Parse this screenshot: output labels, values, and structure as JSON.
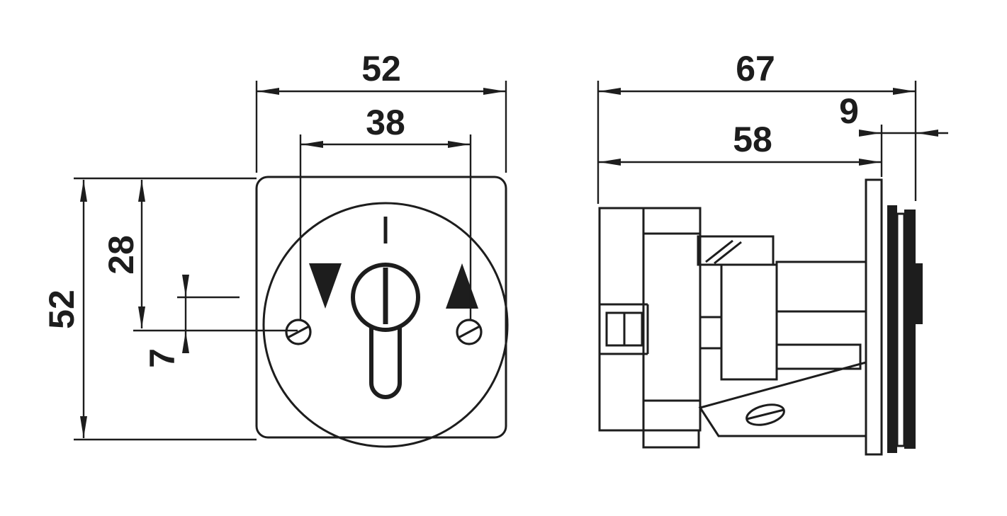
{
  "colors": {
    "ink": "#1d1d1d",
    "paper": "#ffffff"
  },
  "front_view": {
    "dim_width": "52",
    "dim_hole_spacing": "38",
    "dim_height": "52",
    "dim_top_to_axis": "28",
    "dim_axis_to_holes": "7"
  },
  "side_view": {
    "dim_total_depth": "67",
    "dim_body_depth": "58",
    "dim_bezel_depth": "9"
  }
}
